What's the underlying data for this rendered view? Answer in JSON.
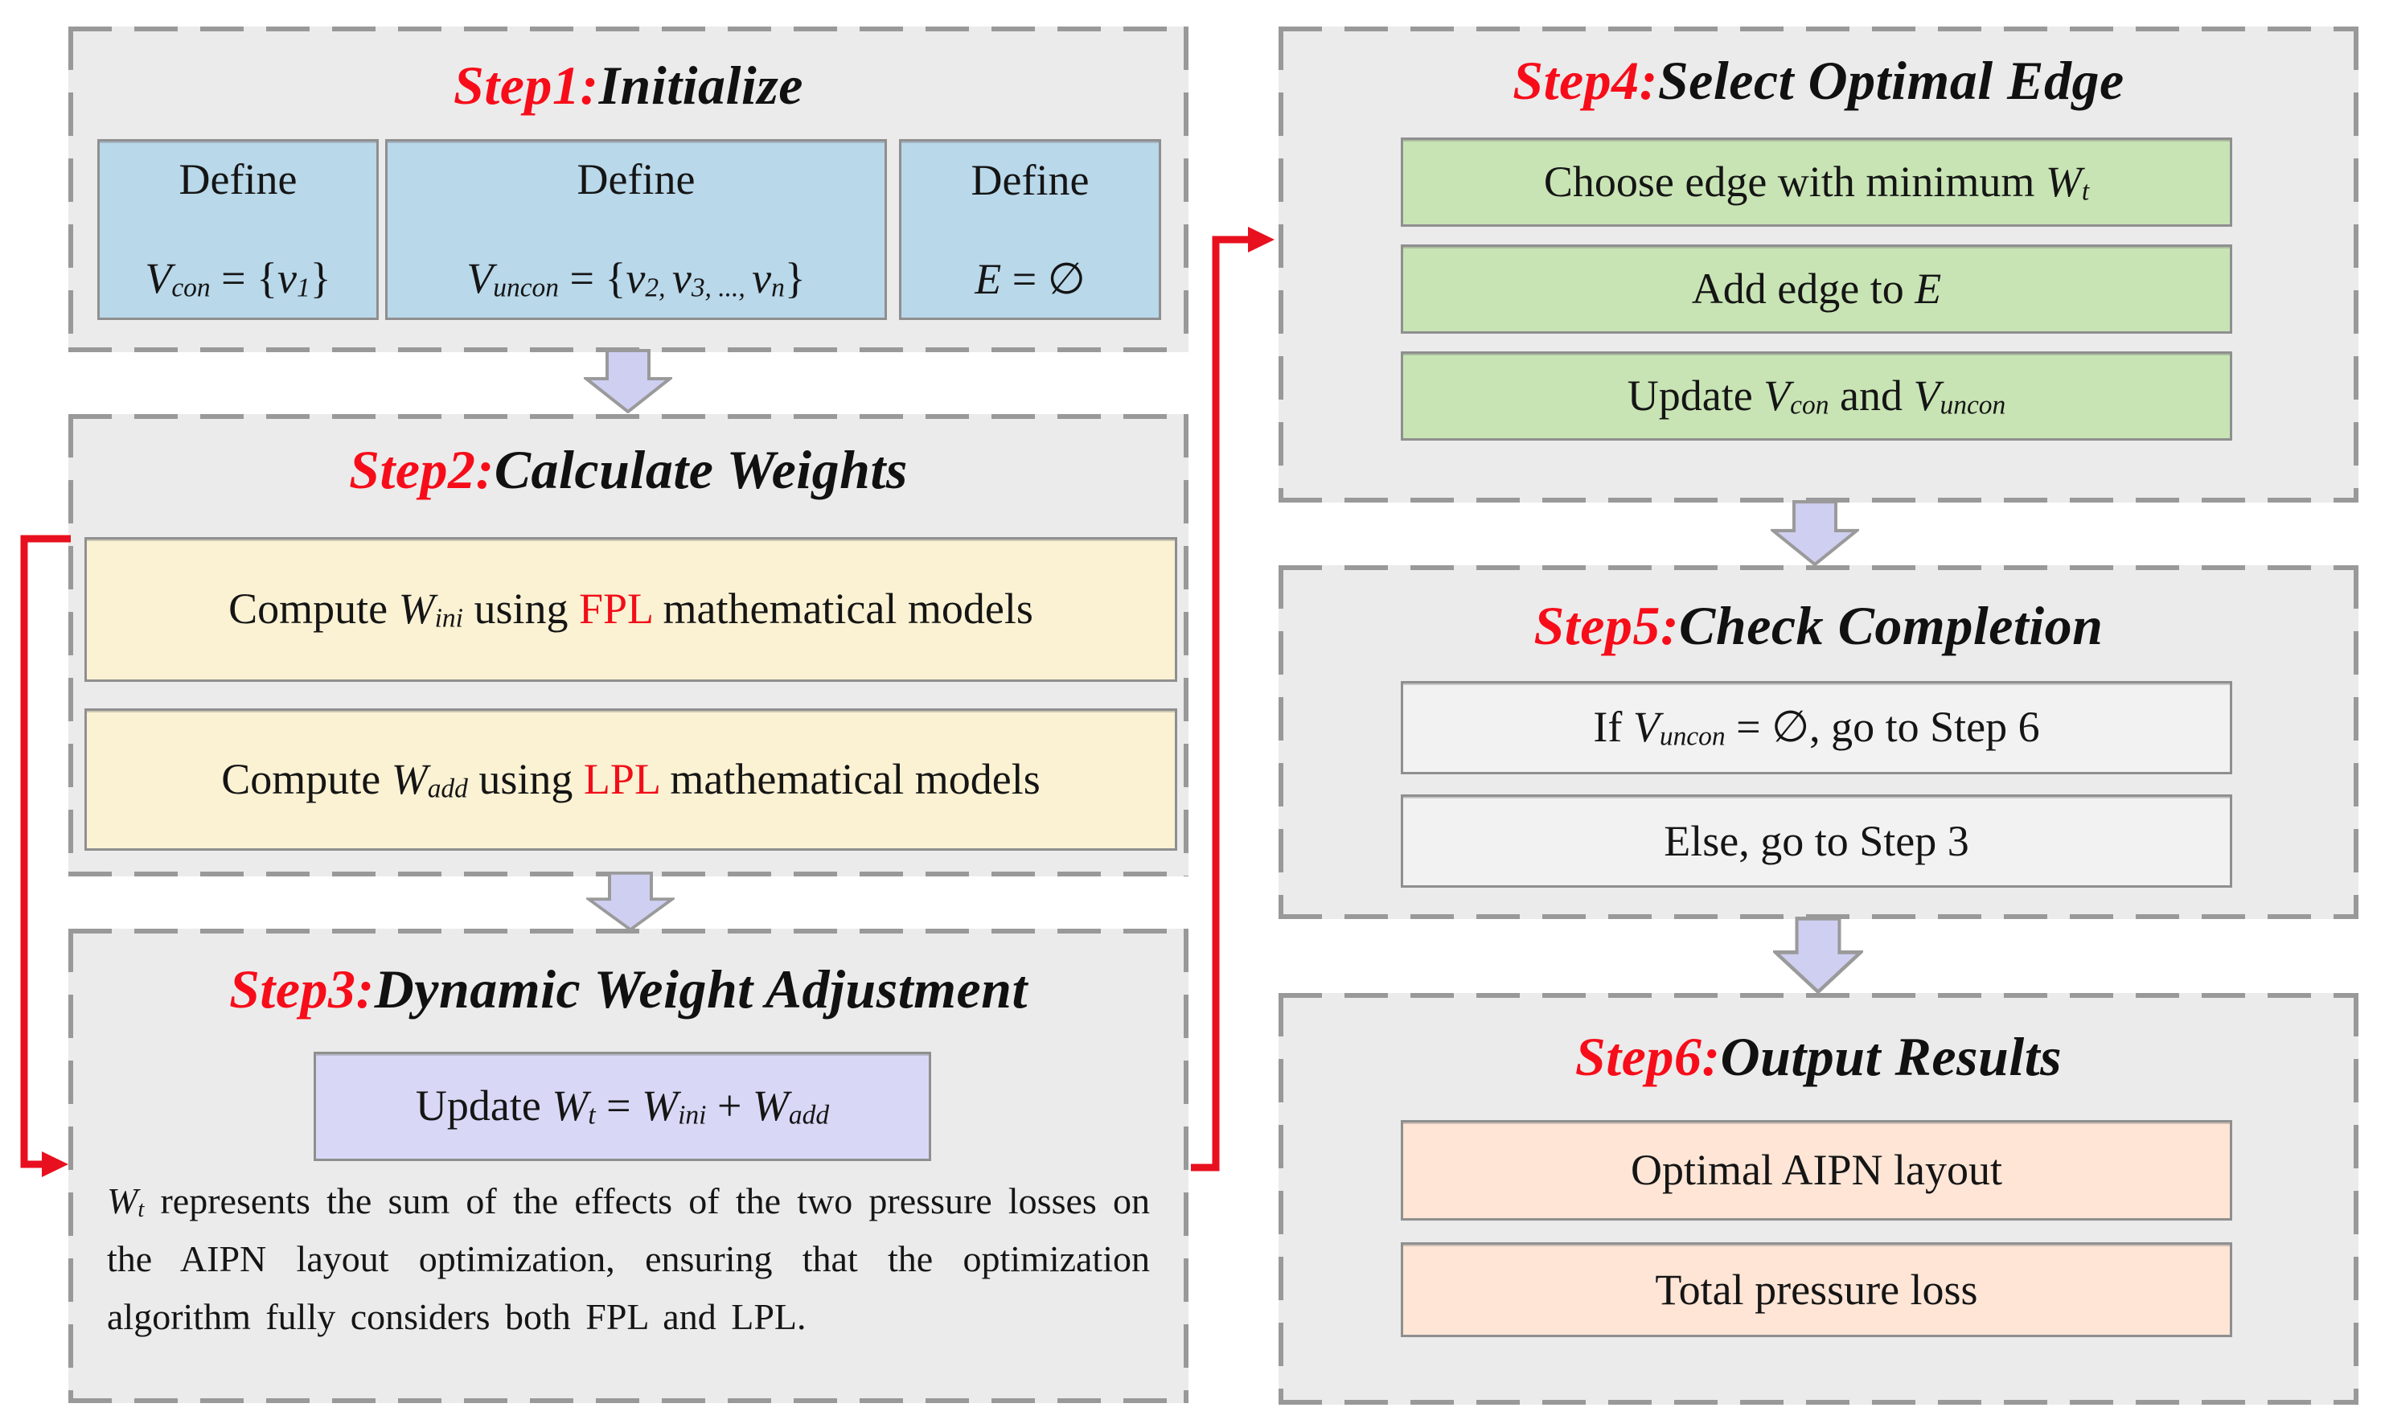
{
  "figure": {
    "type": "flowchart",
    "description": "Six-step AIPN layout optimization algorithm flowchart"
  },
  "colors": {
    "panel_bg": "#ebebeb",
    "panel_dash_border": "#999999",
    "step_label_red": "#f70d1a",
    "highlight_red": "#f20d19",
    "loop_arrow_red": "#e8101f",
    "flow_arrow_fill": "#cfcff2",
    "flow_arrow_border": "#9a9a9a",
    "box_border": "#8f8f8f",
    "box_blue": "#b9d8ea",
    "box_cream": "#fbf2d3",
    "box_lavender": "#d8d8f6",
    "box_green": "#c8e4b4",
    "box_grey": "#f2f2f2",
    "box_peach": "#fee5d6",
    "text_ink": "#151515"
  },
  "panels": [
    {
      "id": "step1",
      "label": "Step1:",
      "title": "Initialize",
      "boxes": [
        {
          "name": "define-vcon",
          "lines": [
            [
              {
                "t": "Define",
                "s": "n"
              }
            ],
            [
              {
                "t": "V",
                "s": "v"
              },
              {
                "t": "con",
                "s": "s"
              },
              {
                "t": " = {",
                "s": "n"
              },
              {
                "t": "v",
                "s": "v"
              },
              {
                "t": "1",
                "s": "s"
              },
              {
                "t": "}",
                "s": "n"
              }
            ]
          ]
        },
        {
          "name": "define-vuncon",
          "lines": [
            [
              {
                "t": "Define",
                "s": "n"
              }
            ],
            [
              {
                "t": "V",
                "s": "v"
              },
              {
                "t": "uncon",
                "s": "s"
              },
              {
                "t": " = {",
                "s": "n"
              },
              {
                "t": "v",
                "s": "v"
              },
              {
                "t": "2, ",
                "s": "s"
              },
              {
                "t": "v",
                "s": "v"
              },
              {
                "t": "3, ..., ",
                "s": "s"
              },
              {
                "t": "v",
                "s": "v"
              },
              {
                "t": "n",
                "s": "s"
              },
              {
                "t": "}",
                "s": "n"
              }
            ]
          ]
        },
        {
          "name": "define-e",
          "lines": [
            [
              {
                "t": "Define",
                "s": "n"
              }
            ],
            [
              {
                "t": "E",
                "s": "v"
              },
              {
                "t": " = ∅",
                "s": "n"
              }
            ]
          ]
        }
      ]
    },
    {
      "id": "step2",
      "label": "Step2:",
      "title": "Calculate Weights",
      "boxes": [
        {
          "name": "compute-wini",
          "lines": [
            [
              {
                "t": "Compute ",
                "s": "n"
              },
              {
                "t": "W",
                "s": "v"
              },
              {
                "t": "ini",
                "s": "s"
              },
              {
                "t": " using ",
                "s": "n"
              },
              {
                "t": "FPL",
                "s": "r"
              },
              {
                "t": " mathematical models",
                "s": "n"
              }
            ]
          ]
        },
        {
          "name": "compute-wadd",
          "lines": [
            [
              {
                "t": "Compute ",
                "s": "n"
              },
              {
                "t": "W",
                "s": "v"
              },
              {
                "t": "add",
                "s": "s"
              },
              {
                "t": " using ",
                "s": "n"
              },
              {
                "t": "LPL",
                "s": "r"
              },
              {
                "t": " mathematical models",
                "s": "n"
              }
            ]
          ]
        }
      ]
    },
    {
      "id": "step3",
      "label": "Step3:",
      "title": "Dynamic Weight Adjustment",
      "boxes": [
        {
          "name": "update-wt",
          "lines": [
            [
              {
                "t": "Update ",
                "s": "n"
              },
              {
                "t": "W",
                "s": "v"
              },
              {
                "t": "t",
                "s": "s"
              },
              {
                "t": " = ",
                "s": "n"
              },
              {
                "t": "W",
                "s": "v"
              },
              {
                "t": "ini",
                "s": "s"
              },
              {
                "t": " + ",
                "s": "n"
              },
              {
                "t": "W",
                "s": "v"
              },
              {
                "t": "add",
                "s": "s"
              }
            ]
          ]
        }
      ],
      "note": [
        {
          "t": "W",
          "s": "v"
        },
        {
          "t": "t",
          "s": "s"
        },
        {
          "t": " represents the sum of the effects of the two pressure losses on the AIPN layout optimization, ensuring that the optimization algorithm fully considers both FPL and LPL.",
          "s": "n"
        }
      ]
    },
    {
      "id": "step4",
      "label": "Step4:",
      "title": "Select Optimal Edge",
      "boxes": [
        {
          "name": "choose-edge",
          "lines": [
            [
              {
                "t": "Choose edge with minimum ",
                "s": "n"
              },
              {
                "t": "W",
                "s": "v"
              },
              {
                "t": "t",
                "s": "s"
              }
            ]
          ]
        },
        {
          "name": "add-edge",
          "lines": [
            [
              {
                "t": "Add edge to ",
                "s": "n"
              },
              {
                "t": "E",
                "s": "v"
              }
            ]
          ]
        },
        {
          "name": "update-sets",
          "lines": [
            [
              {
                "t": "Update ",
                "s": "n"
              },
              {
                "t": "V",
                "s": "v"
              },
              {
                "t": "con",
                "s": "s"
              },
              {
                "t": " and ",
                "s": "n"
              },
              {
                "t": "V",
                "s": "v"
              },
              {
                "t": "uncon",
                "s": "s"
              }
            ]
          ]
        }
      ]
    },
    {
      "id": "step5",
      "label": "Step5:",
      "title": "Check Completion",
      "boxes": [
        {
          "name": "if-empty-goto-step6",
          "lines": [
            [
              {
                "t": "If ",
                "s": "n"
              },
              {
                "t": "V",
                "s": "v"
              },
              {
                "t": "uncon",
                "s": "s"
              },
              {
                "t": " = ∅, go to Step 6",
                "s": "n"
              }
            ]
          ]
        },
        {
          "name": "else-goto-step3",
          "lines": [
            [
              {
                "t": "Else, go to Step 3",
                "s": "n"
              }
            ]
          ]
        }
      ]
    },
    {
      "id": "step6",
      "label": "Step6:",
      "title": "Output Results",
      "boxes": [
        {
          "name": "optimal-aipn-layout",
          "lines": [
            [
              {
                "t": "Optimal AIPN layout",
                "s": "n"
              }
            ]
          ]
        },
        {
          "name": "total-pressure-loss",
          "lines": [
            [
              {
                "t": "Total pressure loss",
                "s": "n"
              }
            ]
          ]
        }
      ]
    }
  ],
  "flow_arrows": [
    {
      "from": "Step1",
      "to": "Step2",
      "direction": "down"
    },
    {
      "from": "Step2",
      "to": "Step3",
      "direction": "down"
    },
    {
      "from": "Step4",
      "to": "Step5",
      "direction": "down"
    },
    {
      "from": "Step5",
      "to": "Step6",
      "direction": "down"
    }
  ],
  "loop_connectors": [
    {
      "from": "Step2",
      "to": "Step3",
      "side": "left",
      "color": "#e8101f"
    },
    {
      "from": "Step3",
      "to": "Step4",
      "side": "right",
      "color": "#e8101f"
    }
  ]
}
